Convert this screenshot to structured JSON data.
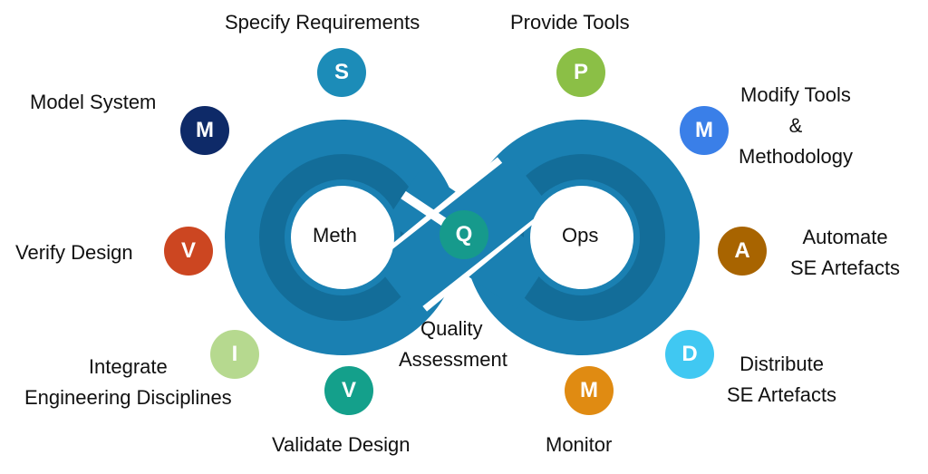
{
  "center": {
    "left_label": "Meth",
    "right_label": "Ops",
    "hub_letter": "Q",
    "hub_label_1": "Quality",
    "hub_label_2": "Assessment",
    "hub_color": "#169a8c"
  },
  "nodes": [
    {
      "letter": "S",
      "label": "Specify Requirements",
      "color": "#1c8cb8"
    },
    {
      "letter": "P",
      "label": "Provide Tools",
      "color": "#8bbf46"
    },
    {
      "letter": "M",
      "label": "Model System",
      "color": "#0e2a68"
    },
    {
      "letter": "M",
      "label_1": "Modify Tools",
      "label_2": "&",
      "label_3": "Methodology",
      "color": "#3a7fe8"
    },
    {
      "letter": "V",
      "label": "Verify Design",
      "color": "#cc4621"
    },
    {
      "letter": "A",
      "label_1": "Automate",
      "label_2": "SE Artefacts",
      "color": "#a86400"
    },
    {
      "letter": "I",
      "label_1": "Integrate",
      "label_2": "Engineering Disciplines",
      "color": "#b6d98f"
    },
    {
      "letter": "D",
      "label_1": "Distribute",
      "label_2": "SE Artefacts",
      "color": "#40c8f2"
    },
    {
      "letter": "V",
      "label": "Validate Design",
      "color": "#14a08b"
    },
    {
      "letter": "M",
      "label": "Monitor",
      "color": "#e08b12"
    }
  ]
}
